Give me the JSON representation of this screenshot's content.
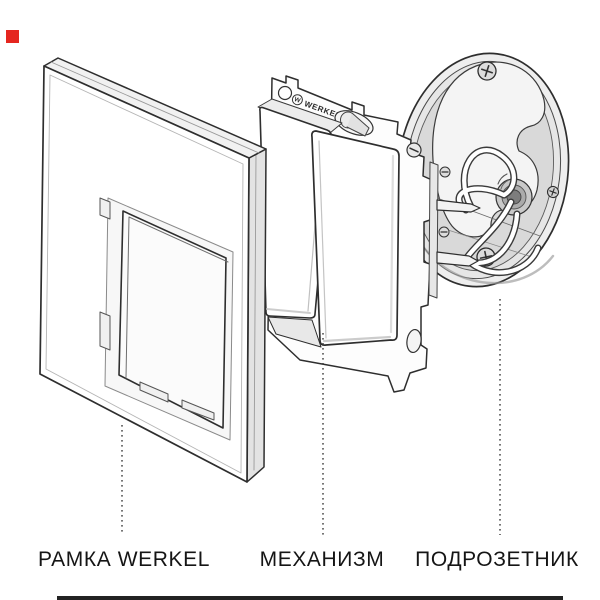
{
  "illustration": {
    "title_parts": "Werkel switch exploded view",
    "brand_plate_text": "WERKEL",
    "line_color": "#2e2e2e"
  },
  "labels": [
    {
      "text": "РАМКА WERKEL"
    },
    {
      "text": "МЕХАНИЗМ"
    },
    {
      "text": "ПОДРОЗЕТНИК"
    }
  ],
  "marker": {
    "color": "#e5261f"
  },
  "bottom_bar": {
    "color": "#222222"
  }
}
